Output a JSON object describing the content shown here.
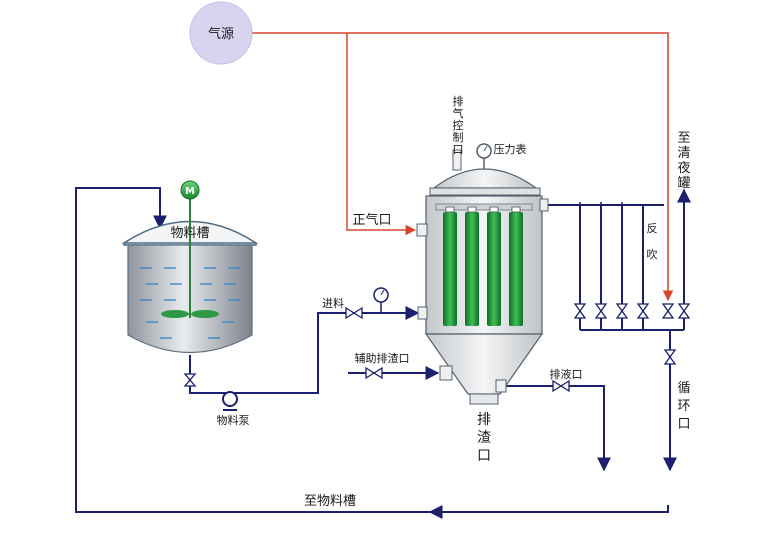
{
  "labels": {
    "gas_source": "气源",
    "vent_port": [
      "排",
      "气",
      "控",
      "制",
      "口"
    ],
    "pressure_gauge": "压力表",
    "to_clear_tank": [
      "至",
      "清",
      "夜",
      "罐"
    ],
    "backflush": [
      "反",
      "吹"
    ],
    "positive_gas_port": "正气口",
    "material_tank": "物料槽",
    "feed": "进料",
    "aux_slag_port": "辅助排渣口",
    "drain_port": "排液口",
    "slag_port": [
      "排",
      "渣",
      "口"
    ],
    "circulation_port": [
      "循",
      "环",
      "口"
    ],
    "material_pump": "物料泵",
    "to_material_tank": "至物料槽",
    "motor": "M"
  },
  "colors": {
    "pipe": "#1c1f6e",
    "gas_line": "#d9452b",
    "filter_green": "#1f9a3a",
    "gas_circle": "#d8d4f0"
  }
}
